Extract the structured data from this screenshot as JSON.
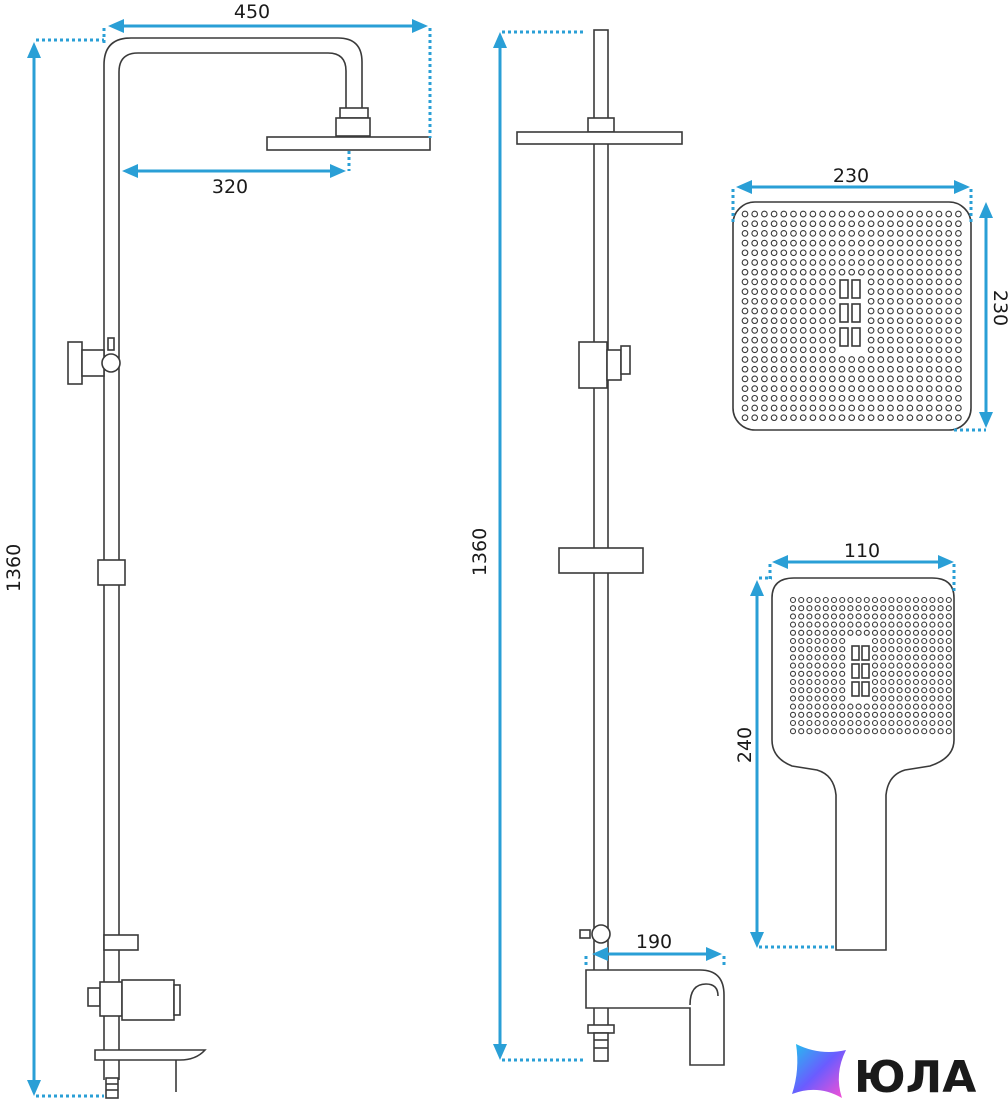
{
  "dimensions": {
    "front_width_top": "450",
    "front_arm_reach": "320",
    "front_height": "1360",
    "side_height": "1360",
    "spout_length": "190",
    "head_width": "230",
    "head_depth": "230",
    "hand_width": "110",
    "hand_length": "240"
  },
  "logo": {
    "text": "ЮЛА"
  },
  "colors": {
    "dimension": "#2a9fd6",
    "outline": "#3a3a3a",
    "logo_gradient": [
      "#22c1ee",
      "#6a5cff",
      "#ff4fd1"
    ]
  }
}
